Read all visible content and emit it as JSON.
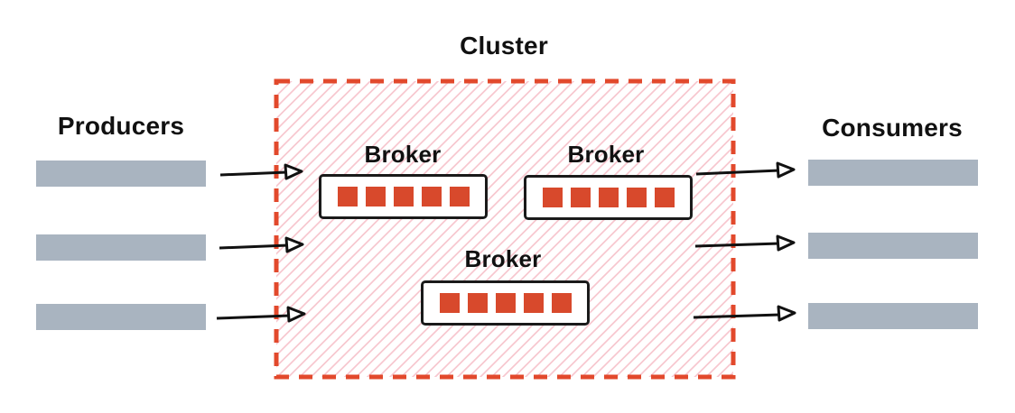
{
  "diagram": {
    "cluster": {
      "label": "Cluster",
      "border_style": "dashed",
      "border_color": "#e2492c",
      "hatch_color": "#f7c7cf"
    },
    "producers": {
      "label": "Producers",
      "stream_count": 3
    },
    "consumers": {
      "label": "Consumers",
      "stream_count": 3
    },
    "brokers": [
      {
        "label": "Broker",
        "partition_count": 5
      },
      {
        "label": "Broker",
        "partition_count": 5
      },
      {
        "label": "Broker",
        "partition_count": 5
      }
    ],
    "arrows": {
      "into_cluster": 3,
      "out_of_cluster": 3
    },
    "colors": {
      "cluster_border_red": "#e2492c",
      "partition_red": "#d8492c",
      "hatch_pink": "#f7c7cf",
      "stream_bar_gray": "#a9b4c0",
      "text_black": "#111111",
      "box_border_black": "#1a1a1a"
    }
  }
}
